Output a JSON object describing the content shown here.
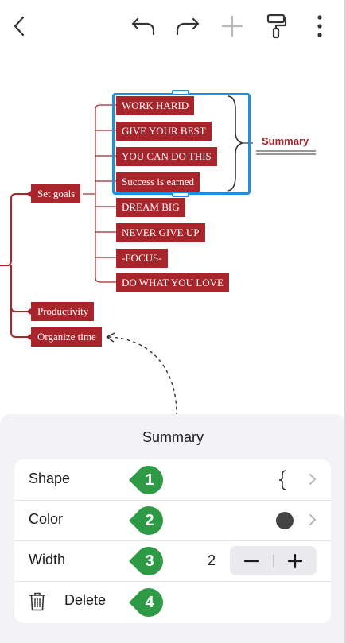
{
  "toolbar": {
    "back_icon": "chevron-left-icon",
    "undo_icon": "undo-icon",
    "redo_icon": "redo-icon",
    "add_icon": "plus-icon",
    "format_icon": "paint-roller-icon",
    "more_icon": "more-vertical-icon"
  },
  "mindmap": {
    "main_topics": [
      "Set goals",
      "Productivity",
      "Organize time"
    ],
    "subtopics": [
      "WORK HARID",
      "GIVE YOUR BEST",
      "YOU CAN DO THIS",
      "Success is earned",
      "DREAM BIG",
      "NEVER GIVE UP",
      "-FOCUS-",
      "DO WHAT YOU LOVE"
    ],
    "summary_label": "Summary"
  },
  "colors": {
    "node": "#a8252c",
    "selection": "#1a8fe3",
    "badge": "#2f9a45",
    "sheet_bg": "#f2f2f7"
  },
  "sheet": {
    "title": "Summary",
    "rows": {
      "shape": {
        "label": "Shape",
        "value_icon": "curly-brace-icon",
        "badge": "1"
      },
      "color": {
        "label": "Color",
        "value_color": "#444444",
        "badge": "2"
      },
      "width": {
        "label": "Width",
        "value": "2",
        "decrement_icon": "minus-icon",
        "increment_icon": "plus-icon",
        "badge": "3"
      },
      "delete": {
        "label": "Delete",
        "icon": "trash-icon",
        "badge": "4"
      }
    }
  }
}
